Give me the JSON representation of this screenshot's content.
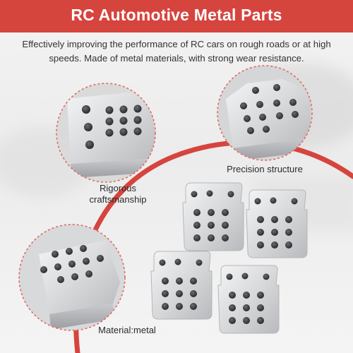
{
  "header": {
    "title": "RC Automotive Metal Parts",
    "bar_color": "#d6443e"
  },
  "description": {
    "text": "Effectively improving the performance of RC cars on rough roads or at high speeds. Made of metal materials, with strong wear resistance."
  },
  "callouts": {
    "rigorous": "Rigorous craftsmanship",
    "precision": "Precision structure",
    "material": "Material:metal"
  },
  "colors": {
    "accent": "#d6443e",
    "metal": "#d9dadc",
    "hole": "#3a3b3e"
  },
  "icons": [
    "magnified-detail-circle",
    "metal-plate-part"
  ]
}
